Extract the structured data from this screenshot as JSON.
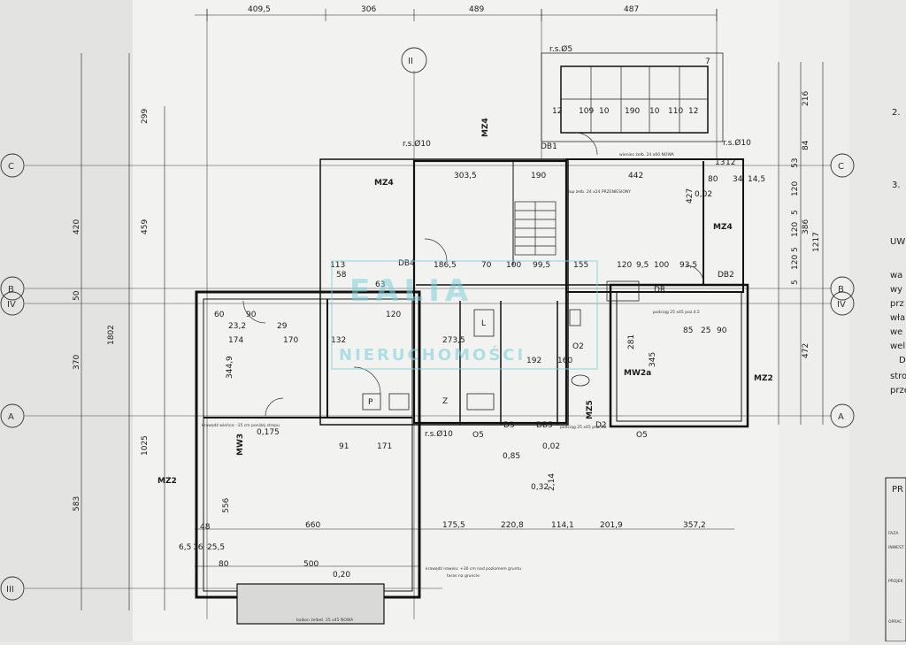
{
  "title": "",
  "axes": {
    "row": [
      "C",
      "B",
      "IV",
      "A",
      "III"
    ],
    "col": [
      "II"
    ]
  },
  "top_dims": [
    "409,5",
    "306",
    "489",
    "487"
  ],
  "left_dims": [
    "299",
    "420",
    "459",
    "50",
    "1802",
    "370",
    "1025",
    "583"
  ],
  "right_dims": [
    "216",
    "84",
    "53",
    "120",
    "5",
    "120",
    "5",
    "386",
    "120",
    "5",
    "5",
    "1217",
    "472"
  ],
  "bottom_dims": [
    "660",
    "175,5",
    "220,8",
    "114,1",
    "201,9",
    "357,2"
  ],
  "rooms_dims": [
    "303,5",
    "190",
    "442",
    "427",
    "186,5",
    "70",
    "100",
    "99,5",
    "155",
    "120",
    "9,5",
    "100",
    "93,5",
    "273,5",
    "132",
    "170",
    "174",
    "344,9",
    "192",
    "160",
    "281",
    "85",
    "25",
    "90",
    "345",
    "60",
    "90",
    "23,2",
    "29",
    "58",
    "63",
    "113",
    "120",
    "91",
    "171",
    "556",
    "500",
    "80",
    "48",
    "6,5",
    "16",
    "25,5",
    "0,02",
    "0,175",
    "0,85",
    "0,32",
    "0,20",
    "2,14",
    "0,02",
    "109",
    "10",
    "190",
    "10",
    "110",
    "12",
    "12",
    "7",
    "13",
    "14,5",
    "34",
    "80",
    "12"
  ],
  "labels": {
    "mz4a": "MZ4",
    "mz4b": "MZ4",
    "mz4c": "MZ4",
    "mz2a": "MZ2",
    "mz2b": "MZ2",
    "mw3": "MW3",
    "mw2a": "MW2a",
    "mz5": "MZ5",
    "rs1": "r.s.Ø10",
    "rs2": "r.s.Ø5",
    "rs3": "r.s.Ø10",
    "rs4": "r.s.Ø10",
    "db1": "DB1",
    "db2": "DB2",
    "db4": "DB4",
    "db5": "DB5",
    "dr": "DR",
    "z": "Z",
    "p": "P",
    "l": "L",
    "o5a": "O5",
    "o5b": "O5",
    "o2": "O2",
    "d2": "D2",
    "d3": "D3"
  },
  "small_notes": {
    "balkon": "balkon żelbet. 25 x45 NOWA",
    "taras": "taras na gruncie",
    "podciag1": "podciąg 25 x45 poz.4.5",
    "podciag2": "podciąg 25 x45 poz.4.2",
    "wieniec": "wieniec żelb. 24 x60 NOWA",
    "slup": "słup żelb. 24 x24 PRZENIESIONY",
    "krawedz1": "krawędź wieńca: -15 cm poniżej stropu",
    "krawedz2": "krawędź nawisu: +30 cm nad poziomem gruntu"
  },
  "watermark": {
    "line1": "EALIA",
    "line2": "NIERUCHOMOŚCI"
  },
  "side_text": {
    "n2": "2.",
    "n3": "3.",
    "uw": "UW",
    "wa": "wa",
    "wy": "wy",
    "prz": "prz",
    "wl": "wła",
    "we": "we",
    "wel": "wel",
    "d": "D",
    "str": "stro",
    "prze": "prze",
    "pr": "PR",
    "faza": "FAZA",
    "inwest": "INWEST",
    "proj": "PROJEK",
    "oprac": "OPRAC"
  },
  "colors": {
    "line": "#1b1b1b",
    "paper": "#eeeeec",
    "watermark": "#7fd2db"
  }
}
